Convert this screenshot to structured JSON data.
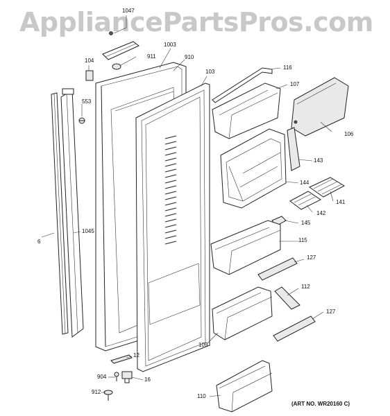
{
  "watermark": "AppliancePartsPros.com",
  "art_number": "(ART NO. WR20160 C)",
  "parts": [
    {
      "id": "p1047",
      "num": "1047"
    },
    {
      "id": "p911",
      "num": "911"
    },
    {
      "id": "p1003",
      "num": "1003"
    },
    {
      "id": "p910",
      "num": "910"
    },
    {
      "id": "p104",
      "num": "104"
    },
    {
      "id": "p103",
      "num": "103"
    },
    {
      "id": "p116",
      "num": "116"
    },
    {
      "id": "p107",
      "num": "107"
    },
    {
      "id": "p553",
      "num": "553"
    },
    {
      "id": "p106",
      "num": "106"
    },
    {
      "id": "p143",
      "num": "143"
    },
    {
      "id": "p144",
      "num": "144"
    },
    {
      "id": "p141",
      "num": "141"
    },
    {
      "id": "p142",
      "num": "142"
    },
    {
      "id": "p145",
      "num": "145"
    },
    {
      "id": "p1045",
      "num": "1045"
    },
    {
      "id": "p6",
      "num": "6"
    },
    {
      "id": "p115",
      "num": "115"
    },
    {
      "id": "p127a",
      "num": "127"
    },
    {
      "id": "p112",
      "num": "112"
    },
    {
      "id": "p127b",
      "num": "127"
    },
    {
      "id": "p109",
      "num": "109"
    },
    {
      "id": "p12",
      "num": "12"
    },
    {
      "id": "p904",
      "num": "904"
    },
    {
      "id": "p16",
      "num": "16"
    },
    {
      "id": "p912",
      "num": "912"
    },
    {
      "id": "p110",
      "num": "110"
    }
  ]
}
